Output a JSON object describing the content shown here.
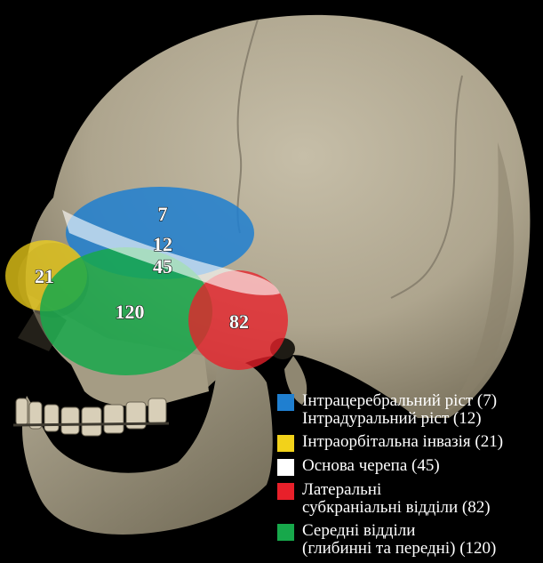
{
  "colors": {
    "blue": "#1f7fd0",
    "yellow": "#f2d21a",
    "white": "#ffffff",
    "red": "#e8202a",
    "green": "#17a84b",
    "background": "#000000",
    "bone": "#b7ae98"
  },
  "regions": {
    "intracerebral": "7",
    "intradural": "12",
    "skull_base": "45",
    "intraorbital": "21",
    "middle": "120",
    "lateral": "82"
  },
  "legend": [
    {
      "color": "#1f7fd0",
      "lines": [
        "Інтрацеребральний ріст (7)",
        "Інтрадуральний ріст (12)"
      ]
    },
    {
      "color": "#f2d21a",
      "lines": [
        "Інтраорбітальна інвазія (21)"
      ]
    },
    {
      "color": "#ffffff",
      "lines": [
        "Основа черепа (45)"
      ]
    },
    {
      "color": "#e8202a",
      "lines": [
        "Латеральні",
        "субкраніальні відділи (82)"
      ]
    },
    {
      "color": "#17a84b",
      "lines": [
        "Середні відділи",
        "(глибинні та передні) (120)"
      ]
    }
  ]
}
